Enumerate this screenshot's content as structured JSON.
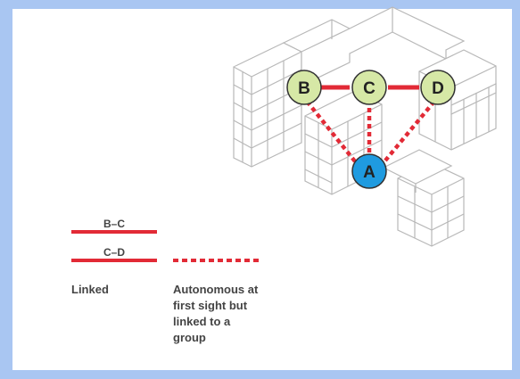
{
  "nodes": {
    "b": "B",
    "c": "C",
    "d": "D",
    "a": "A"
  },
  "colors": {
    "node_fill": "#d6e8a6",
    "node_stroke": "#333333",
    "hub_fill": "#1f9be0",
    "link_red": "#e22a36",
    "building_stroke": "#b8b8b8",
    "background": "#a9c6f2"
  },
  "legend": {
    "solid_label_1": "B–C",
    "solid_label_2": "C–D",
    "linked_label": "Linked",
    "dotted_label_lines": [
      "Autonomous at",
      "first sight but",
      "linked to a",
      "group"
    ]
  }
}
